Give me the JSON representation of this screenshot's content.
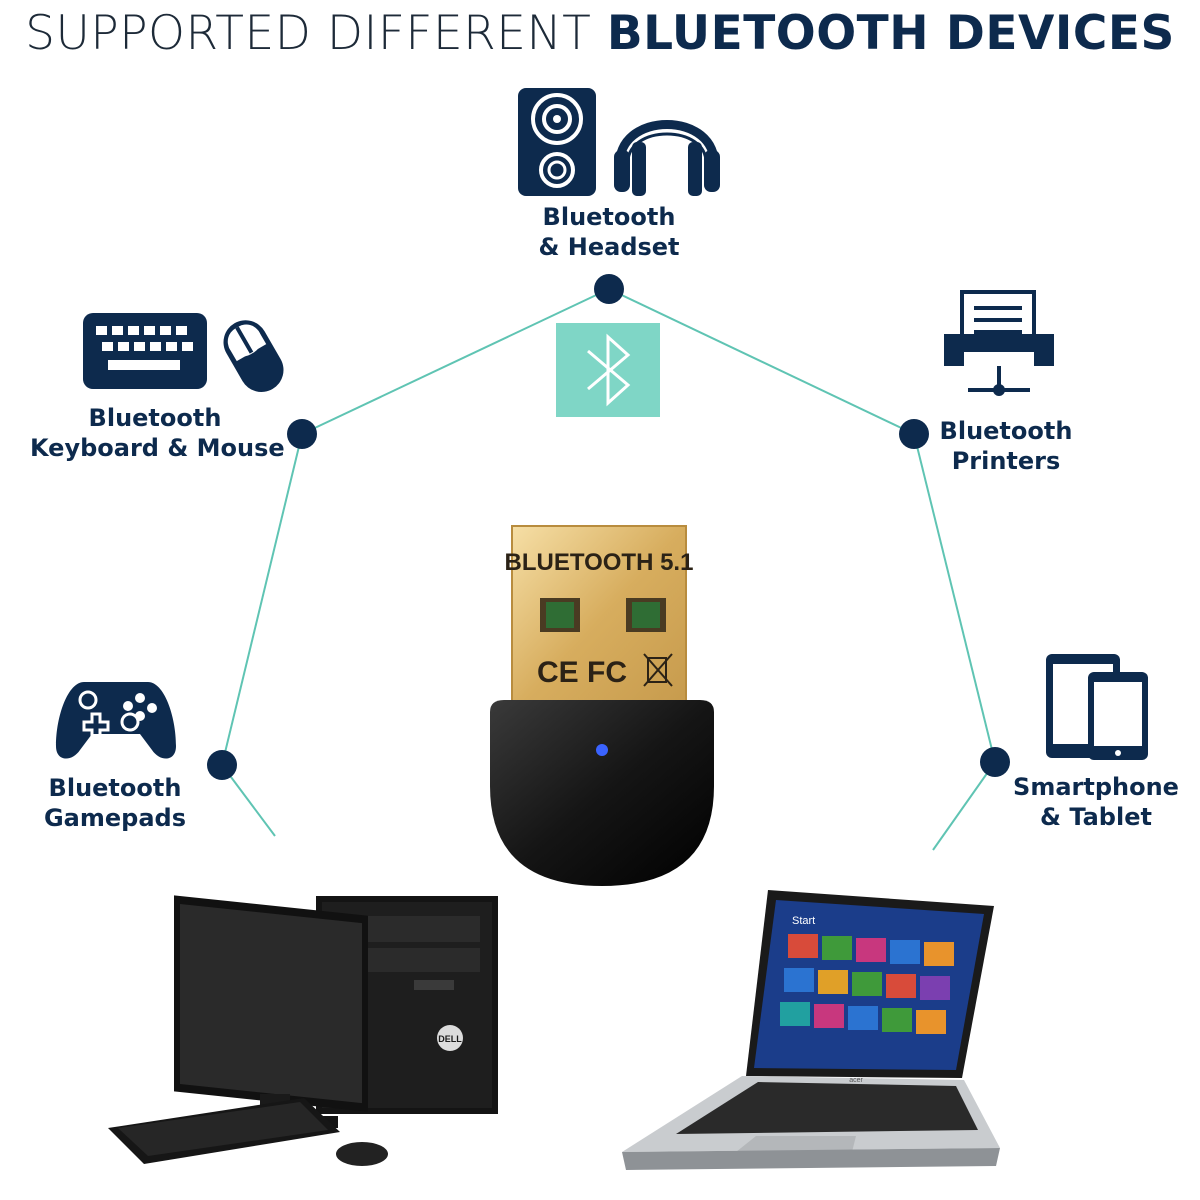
{
  "title": {
    "light": "SUPPORTED DIFFERENT",
    "bold": "BLUETOOTH DEVICES"
  },
  "devices": {
    "headset": {
      "line1": "Bluetooth",
      "line2": "& Headset"
    },
    "keyboard": {
      "line1": "Bluetooth",
      "line2": "Keyboard & Mouse"
    },
    "printer": {
      "line1": "Bluetooth",
      "line2": "Printers"
    },
    "gamepad": {
      "line1": "Bluetooth",
      "line2": "Gamepads"
    },
    "phone": {
      "line1": "Smartphone",
      "line2": "& Tablet"
    }
  },
  "adapter": {
    "label": "BLUETOOTH 5.1",
    "marks": "CE FC"
  },
  "laptop": {
    "brand": "acer",
    "screen_title": "Start"
  },
  "desktop": {
    "brand": "DELL"
  },
  "colors": {
    "navy": "#0d2a4d",
    "teal": "#5fc4b3",
    "bt_badge": "#7fd6c6",
    "gold": "#d9b363"
  }
}
